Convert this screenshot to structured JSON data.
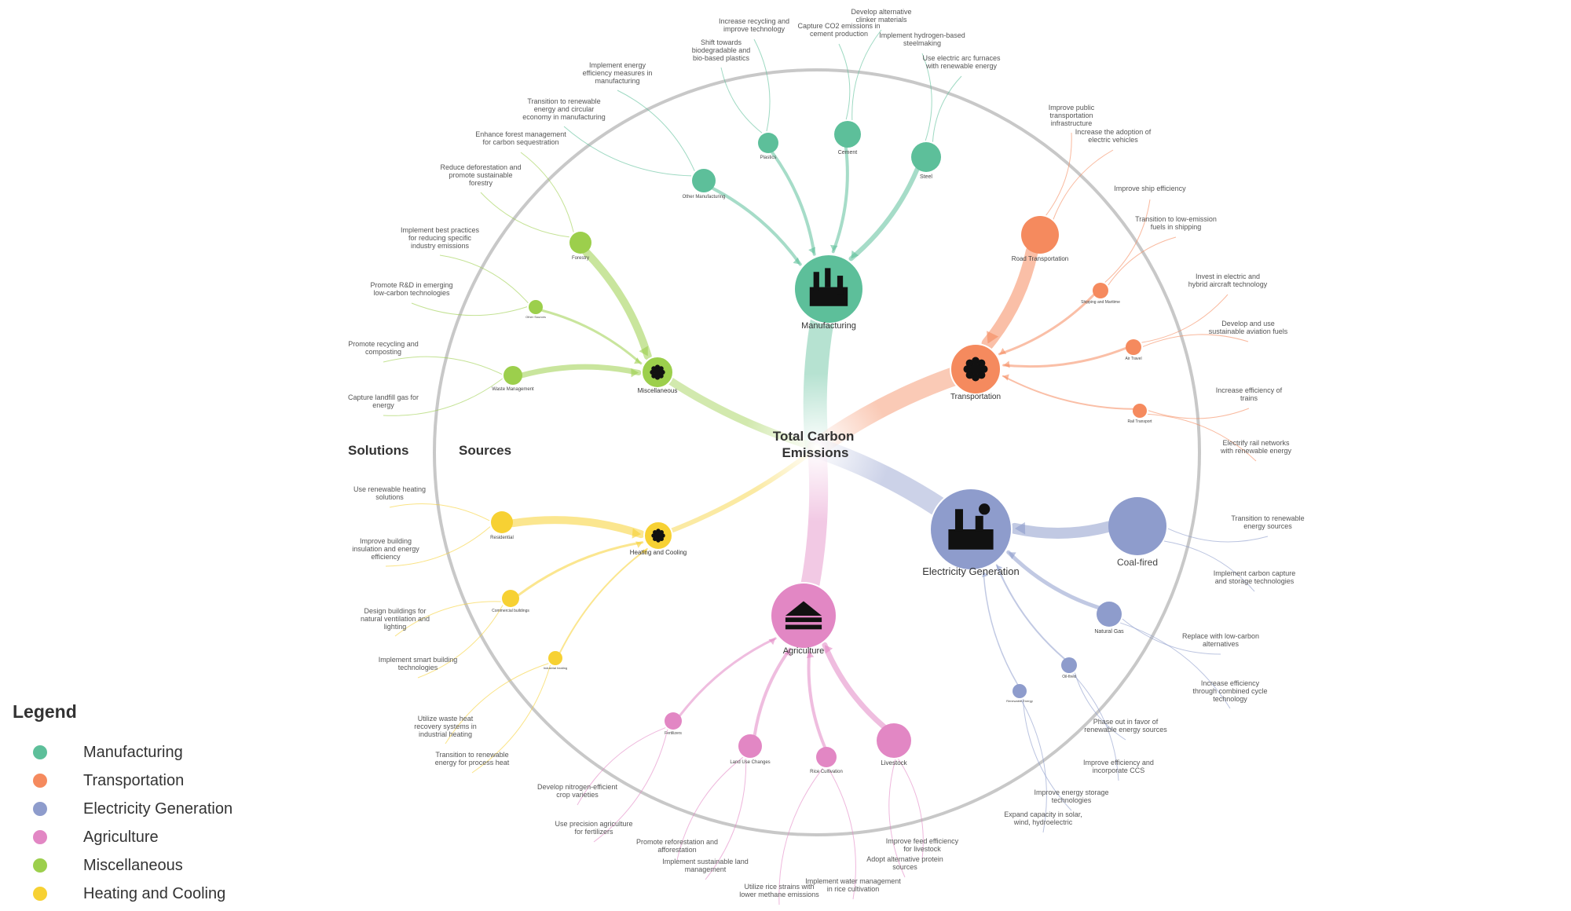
{
  "center": {
    "line1": "Total Carbon",
    "line2": "Emissions"
  },
  "headers": {
    "solutions": "Solutions",
    "sources": "Sources"
  },
  "legend": {
    "title": "Legend",
    "items": [
      {
        "label": "Manufacturing",
        "color": "#5dbf9a"
      },
      {
        "label": "Transportation",
        "color": "#f58a5e"
      },
      {
        "label": "Electricity Generation",
        "color": "#8e9ccc"
      },
      {
        "label": "Agriculture",
        "color": "#e287c4"
      },
      {
        "label": "Miscellaneous",
        "color": "#9ccf4c"
      },
      {
        "label": "Heating and Cooling",
        "color": "#f7d133"
      }
    ]
  },
  "categories": [
    {
      "name": "Manufacturing",
      "color": "#5dbf9a",
      "icon": "factory-icon"
    },
    {
      "name": "Transportation",
      "color": "#f58a5e",
      "icon": "vehicles-icon"
    },
    {
      "name": "Electricity Generation",
      "color": "#8e9ccc",
      "icon": "power-plant-icon"
    },
    {
      "name": "Agriculture",
      "color": "#e287c4",
      "icon": "farm-icon"
    },
    {
      "name": "Miscellaneous",
      "color": "#9ccf4c",
      "icon": "misc-icon"
    },
    {
      "name": "Heating and Cooling",
      "color": "#f7d133",
      "icon": "thermostat-icon"
    }
  ],
  "sources": [
    {
      "name": "Plastics",
      "category": "Manufacturing"
    },
    {
      "name": "Cement",
      "category": "Manufacturing"
    },
    {
      "name": "Steel",
      "category": "Manufacturing"
    },
    {
      "name": "Other Manufacturing",
      "category": "Manufacturing"
    },
    {
      "name": "Road Transportation",
      "category": "Transportation"
    },
    {
      "name": "Shipping and Maritime",
      "category": "Transportation"
    },
    {
      "name": "Air Travel",
      "category": "Transportation"
    },
    {
      "name": "Rail Transport",
      "category": "Transportation"
    },
    {
      "name": "Coal-fired",
      "category": "Electricity Generation"
    },
    {
      "name": "Natural Gas",
      "category": "Electricity Generation"
    },
    {
      "name": "Oil-fired",
      "category": "Electricity Generation"
    },
    {
      "name": "Renewable Energy",
      "category": "Electricity Generation"
    },
    {
      "name": "Fertilizers",
      "category": "Agriculture"
    },
    {
      "name": "Land Use Changes",
      "category": "Agriculture"
    },
    {
      "name": "Rice Cultivation",
      "category": "Agriculture"
    },
    {
      "name": "Livestock",
      "category": "Agriculture"
    },
    {
      "name": "Forestry",
      "category": "Miscellaneous"
    },
    {
      "name": "Other Sources",
      "category": "Miscellaneous"
    },
    {
      "name": "Waste Management",
      "category": "Miscellaneous"
    },
    {
      "name": "Residential",
      "category": "Heating and Cooling"
    },
    {
      "name": "Commercial buildings",
      "category": "Heating and Cooling"
    },
    {
      "name": "Industrial heating",
      "category": "Heating and Cooling"
    }
  ],
  "solutions": [
    {
      "text": "Increase recycling and improve technology",
      "source": "Plastics"
    },
    {
      "text": "Shift towards biodegradable and bio-based plastics",
      "source": "Plastics"
    },
    {
      "text": "Capture CO2 emissions in cement production",
      "source": "Cement"
    },
    {
      "text": "Develop alternative clinker materials",
      "source": "Cement"
    },
    {
      "text": "Implement hydrogen-based steelmaking",
      "source": "Steel"
    },
    {
      "text": "Use electric arc furnaces with renewable energy",
      "source": "Steel"
    },
    {
      "text": "Implement energy efficiency measures in manufacturing",
      "source": "Other Manufacturing"
    },
    {
      "text": "Transition to renewable energy and circular economy in manufacturing",
      "source": "Other Manufacturing"
    },
    {
      "text": "Improve public transportation infrastructure",
      "source": "Road Transportation"
    },
    {
      "text": "Increase the adoption of electric vehicles",
      "source": "Road Transportation"
    },
    {
      "text": "Improve ship efficiency",
      "source": "Shipping and Maritime"
    },
    {
      "text": "Transition to low-emission fuels in shipping",
      "source": "Shipping and Maritime"
    },
    {
      "text": "Invest in electric and hybrid aircraft technology",
      "source": "Air Travel"
    },
    {
      "text": "Develop and use sustainable aviation fuels",
      "source": "Air Travel"
    },
    {
      "text": "Increase efficiency of trains",
      "source": "Rail Transport"
    },
    {
      "text": "Electrify rail networks with renewable energy",
      "source": "Rail Transport"
    },
    {
      "text": "Transition to renewable energy sources",
      "source": "Coal-fired"
    },
    {
      "text": "Implement carbon capture and storage technologies",
      "source": "Coal-fired"
    },
    {
      "text": "Replace with low-carbon alternatives",
      "source": "Natural Gas"
    },
    {
      "text": "Increase efficiency through combined cycle technology",
      "source": "Natural Gas"
    },
    {
      "text": "Phase out in favor of renewable energy sources",
      "source": "Oil-fired"
    },
    {
      "text": "Improve efficiency and incorporate CCS",
      "source": "Oil-fired"
    },
    {
      "text": "Improve energy storage technologies",
      "source": "Renewable Energy"
    },
    {
      "text": "Expand capacity in solar, wind, hydroelectric",
      "source": "Renewable Energy"
    },
    {
      "text": "Develop nitrogen-efficient crop varieties",
      "source": "Fertilizers"
    },
    {
      "text": "Use precision agriculture for fertilizers",
      "source": "Fertilizers"
    },
    {
      "text": "Promote reforestation and afforestation",
      "source": "Land Use Changes"
    },
    {
      "text": "Implement sustainable land management",
      "source": "Land Use Changes"
    },
    {
      "text": "Utilize rice strains with lower methane emissions",
      "source": "Rice Cultivation"
    },
    {
      "text": "Implement water management in rice cultivation",
      "source": "Rice Cultivation"
    },
    {
      "text": "Adopt alternative protein sources",
      "source": "Livestock"
    },
    {
      "text": "Improve feed efficiency for livestock",
      "source": "Livestock"
    },
    {
      "text": "Enhance forest management for carbon sequestration",
      "source": "Forestry"
    },
    {
      "text": "Reduce deforestation and promote sustainable forestry",
      "source": "Forestry"
    },
    {
      "text": "Implement best practices for reducing specific industry emissions",
      "source": "Other Sources"
    },
    {
      "text": "Promote R&D in emerging low-carbon technologies",
      "source": "Other Sources"
    },
    {
      "text": "Promote recycling and composting",
      "source": "Waste Management"
    },
    {
      "text": "Capture landfill gas for energy",
      "source": "Waste Management"
    },
    {
      "text": "Use renewable heating solutions",
      "source": "Residential"
    },
    {
      "text": "Improve building insulation and energy efficiency",
      "source": "Residential"
    },
    {
      "text": "Design buildings for natural ventilation and lighting",
      "source": "Commercial buildings"
    },
    {
      "text": "Implement smart building technologies",
      "source": "Commercial buildings"
    },
    {
      "text": "Utilize waste heat recovery systems in industrial heating",
      "source": "Industrial heating"
    },
    {
      "text": "Transition to renewable energy for process heat",
      "source": "Industrial heating"
    }
  ]
}
